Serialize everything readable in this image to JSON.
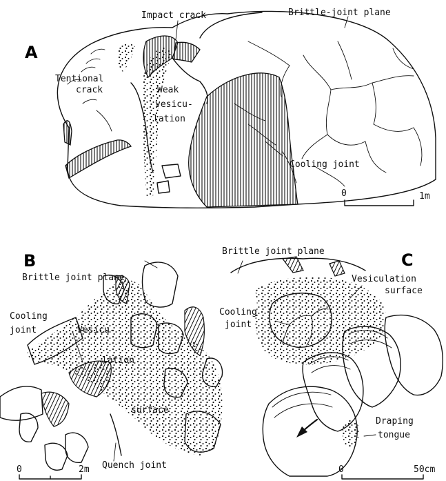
{
  "panels": {
    "a": {
      "letter": "A",
      "labels": {
        "impact_crack": "Impact crack",
        "brittle_joint_plane": "Brittle-joint plane",
        "tentional_line1": "Tentional",
        "tentional_line2": "crack",
        "weak_line1": "Weak",
        "weak_line2": "vesicu-",
        "weak_line3": "lation",
        "cooling_joint": "Cooling joint"
      },
      "scale": {
        "start": "0",
        "end": "1m"
      }
    },
    "b": {
      "letter": "B",
      "labels": {
        "brittle_joint_plane": "Brittle joint plane",
        "cooling_line1": "Cooling",
        "cooling_line2": "joint",
        "vesicu": "Vesicu-",
        "lation": "lation",
        "surface": "surface",
        "quench_joint": "Quench joint"
      },
      "scale": {
        "start": "0",
        "end": "2m"
      }
    },
    "c": {
      "letter": "C",
      "labels": {
        "brittle_joint_plane": "Brittle joint plane",
        "vesiculation_line1": "Vesiculation",
        "vesiculation_line2": "surface",
        "cooling_line1": "Cooling",
        "cooling_line2": "joint",
        "draping_line1": "Draping",
        "draping_line2": "tongue"
      },
      "scale": {
        "start": "0",
        "end": "50cm"
      }
    }
  }
}
